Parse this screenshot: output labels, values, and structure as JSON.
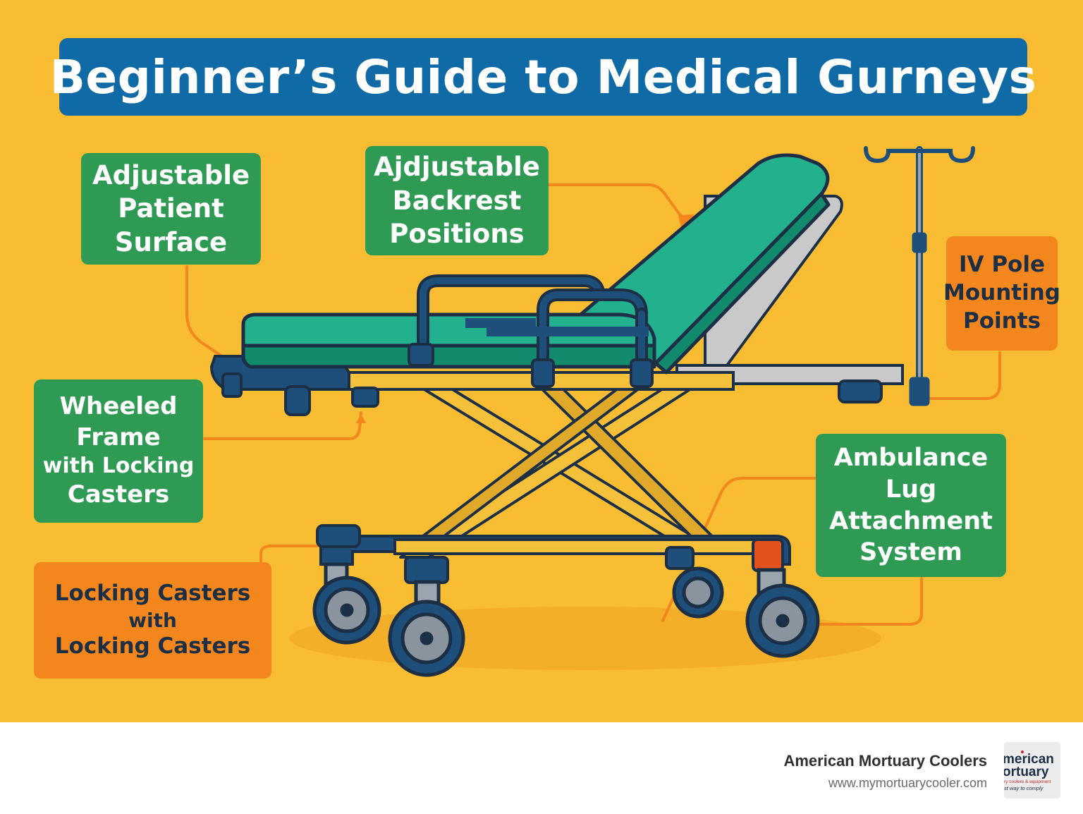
{
  "title": "Beginner’s Guide to Medical Gurneys",
  "labels": {
    "adjustable_surface": [
      "Adjustable",
      "Patient",
      "Surface"
    ],
    "backrest": [
      "Ajdjustable",
      "Backrest",
      "Positions"
    ],
    "iv_pole": [
      "IV Pole",
      "Mounting",
      "Points"
    ],
    "wheeled_frame": [
      "Wheeled",
      "Frame",
      "with Locking",
      "Casters"
    ],
    "ambulance_lug": [
      "Ambulance",
      "Lug",
      "Attachment",
      "System"
    ],
    "locking_casters": [
      "Locking Casters",
      "with",
      "Locking Casters"
    ]
  },
  "colors": {
    "background": "#f8bd33",
    "title_bar": "#0f6aa6",
    "label_green": "#2e9a54",
    "label_orange": "#f3871d",
    "mattress": "#22b08e",
    "frame": "#1d4f7a",
    "scissor": "#f5c03a",
    "leader": "#f3871d"
  },
  "footer": {
    "brand": "American Mortuary Coolers",
    "url": "www.mymortuarycooler.com"
  },
  "logo": {
    "line1": "merican",
    "line2": "ortuary",
    "line3": "ry coolers & equipment",
    "line4": "st way to comply",
    "icon": "american-mortuary-logo-icon"
  }
}
